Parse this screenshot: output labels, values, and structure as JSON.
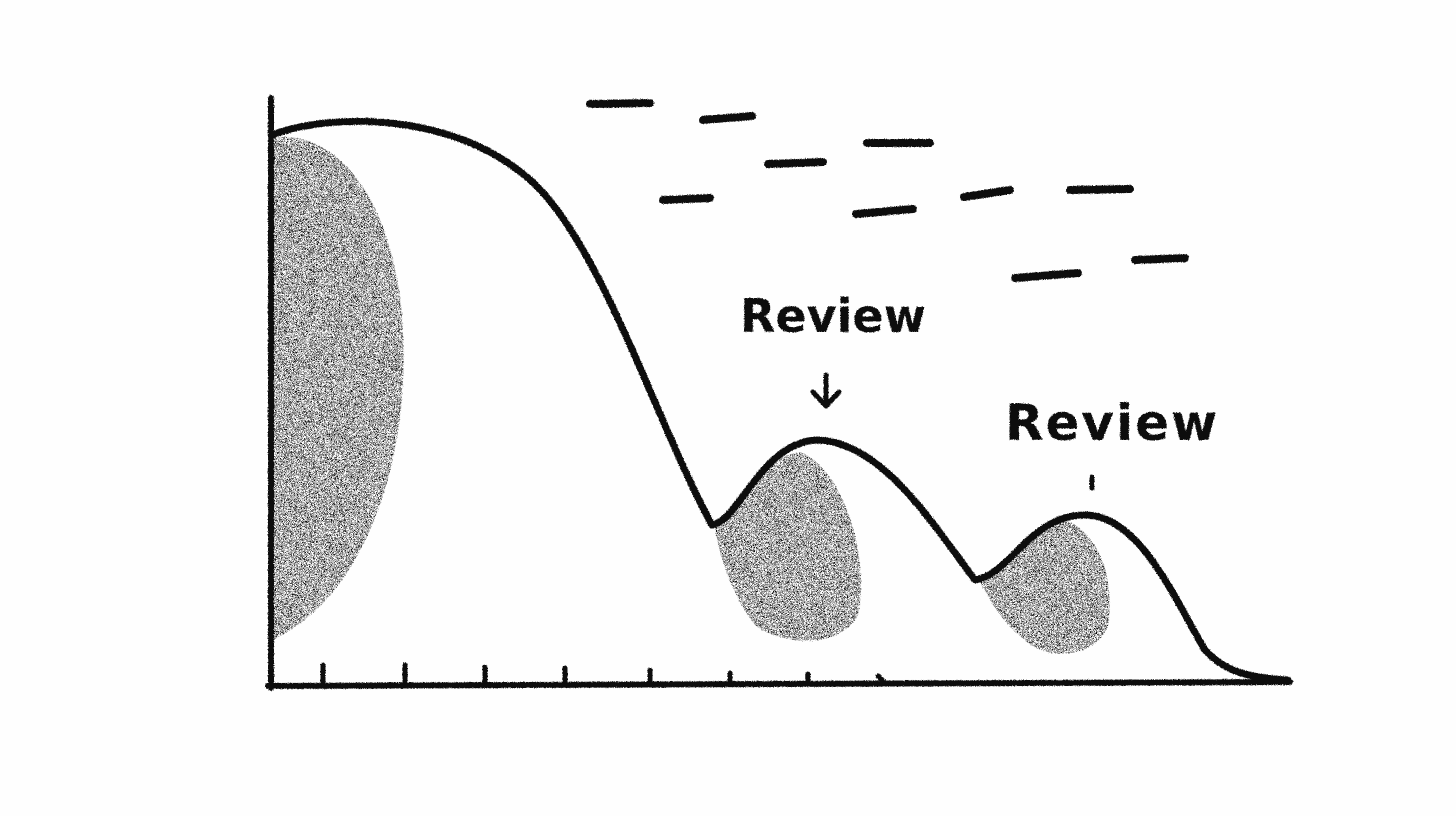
{
  "colors": {
    "background": "#fefefe",
    "ink": "#111111"
  },
  "annotations": [
    {
      "text": "Review",
      "arrow": "down-arrow"
    },
    {
      "text": "Review",
      "arrow": "short-tick"
    }
  ]
}
